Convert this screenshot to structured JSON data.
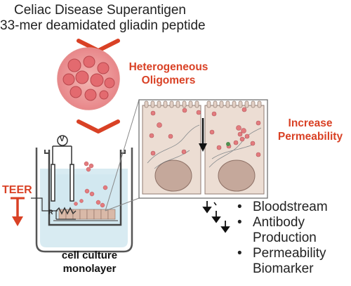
{
  "title": {
    "line1": "Celiac Disease Superantigen",
    "line2": "33-mer deamidated gliadin peptide"
  },
  "labels": {
    "oligomers": [
      "Heterogeneous",
      "Oligomers"
    ],
    "permeability": [
      "Increase",
      "Permeability"
    ],
    "teer": "TEER",
    "resistor": "R",
    "voltmeter": "V",
    "culture": [
      "cell culture",
      "monolayer"
    ]
  },
  "outcomes": [
    [
      "Bloodstream"
    ],
    [
      "Antibody",
      "Production"
    ],
    [
      "Permeability",
      "Biomarker"
    ]
  ],
  "colors": {
    "accent": "#d94125",
    "cell": "#e9d9cf",
    "medium": "#d5eaf2",
    "oligomer": "#e8787a"
  }
}
